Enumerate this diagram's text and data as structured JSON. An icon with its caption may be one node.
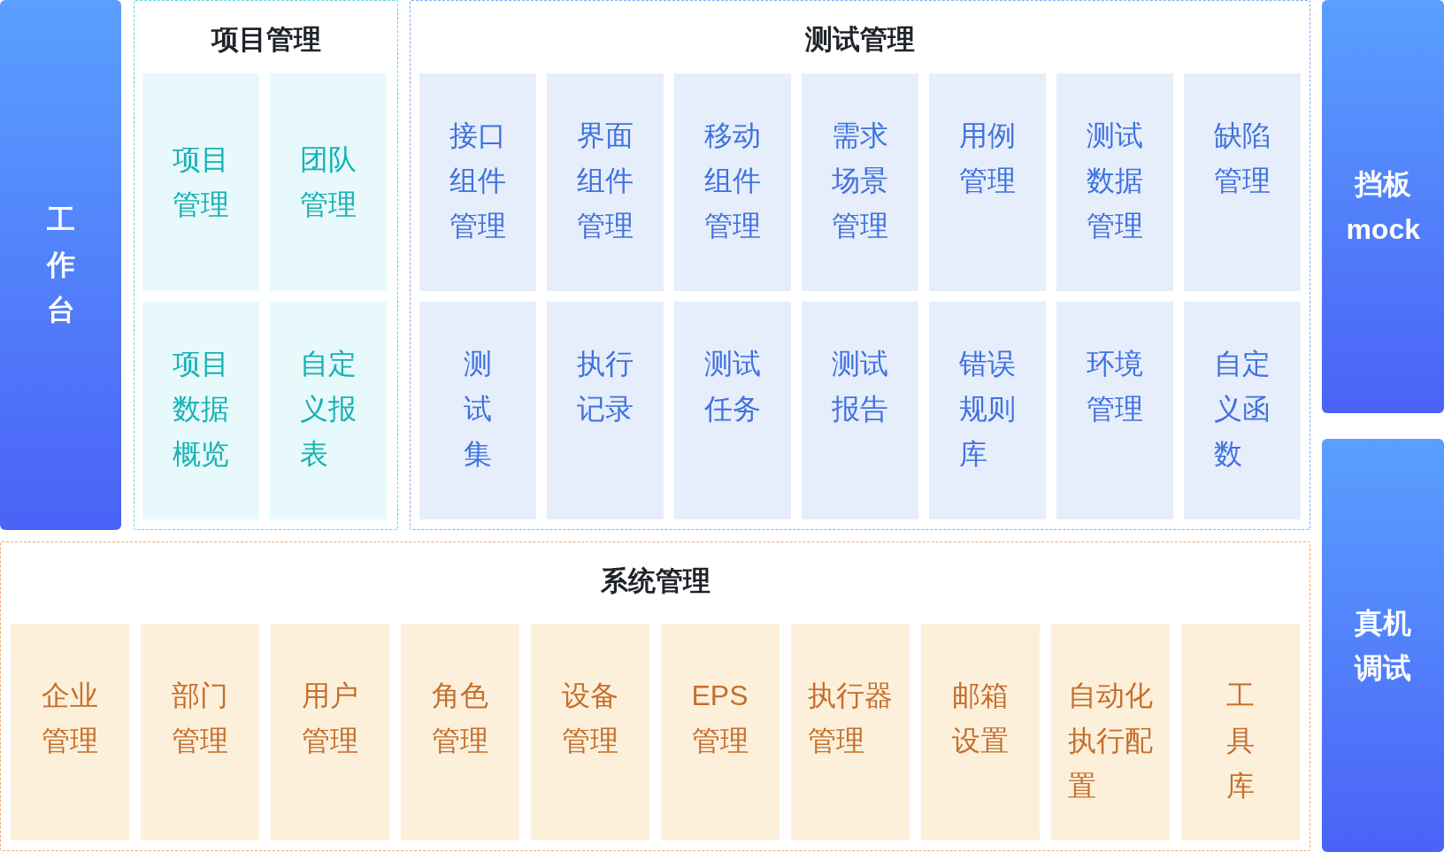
{
  "diagram": {
    "nodes": [
      {
        "text": [
          "工作台"
        ]
      },
      {
        "text": [
          "项目管理"
        ]
      },
      {
        "text": [
          "项目管理"
        ],
        "in": 1
      },
      {
        "text": [
          "团队管理"
        ],
        "in": 1
      },
      {
        "text": [
          "项目数据概览"
        ],
        "in": 1
      },
      {
        "text": [
          "自定义报表"
        ],
        "in": 1
      },
      {
        "text": [
          "测试管理"
        ]
      },
      {
        "text": [
          "接口组件管理"
        ],
        "in": 6
      },
      {
        "text": [
          "界面组件管理"
        ],
        "in": 6
      },
      {
        "text": [
          "移动组件管理"
        ],
        "in": 6
      },
      {
        "text": [
          "需求场景管理"
        ],
        "in": 6
      },
      {
        "text": [
          "用例管理"
        ],
        "in": 6
      },
      {
        "text": [
          "测试数据管理"
        ],
        "in": 6
      },
      {
        "text": [
          "缺陷管理"
        ],
        "in": 6
      },
      {
        "text": [
          "测试集"
        ],
        "in": 6
      },
      {
        "text": [
          "执行记录"
        ],
        "in": 6
      },
      {
        "text": [
          "测试任务"
        ],
        "in": 6
      },
      {
        "text": [
          "测试报告"
        ],
        "in": 6
      },
      {
        "text": [
          "错误规则库"
        ],
        "in": 6
      },
      {
        "text": [
          "环境管理"
        ],
        "in": 6
      },
      {
        "text": [
          "自定义函数"
        ],
        "in": 6
      },
      {
        "text": [
          "挡板mock"
        ]
      },
      {
        "text": [
          "真机调试"
        ]
      },
      {
        "text": [
          "系统管理"
        ]
      },
      {
        "text": [
          "企业管理"
        ],
        "in": 23
      },
      {
        "text": [
          "部门管理"
        ],
        "in": 23
      },
      {
        "text": [
          "用户管理"
        ],
        "in": 23
      },
      {
        "text": [
          "角色管理"
        ],
        "in": 23
      },
      {
        "text": [
          "设备管理"
        ],
        "in": 23
      },
      {
        "text": [
          "EPS管理"
        ],
        "in": 23
      },
      {
        "text": [
          "执行器管理"
        ],
        "in": 23
      },
      {
        "text": [
          "邮箱设置"
        ],
        "in": 23
      },
      {
        "text": [
          "自动化执行配置"
        ],
        "in": 23
      },
      {
        "text": [
          "工具库"
        ],
        "in": 23
      }
    ]
  }
}
